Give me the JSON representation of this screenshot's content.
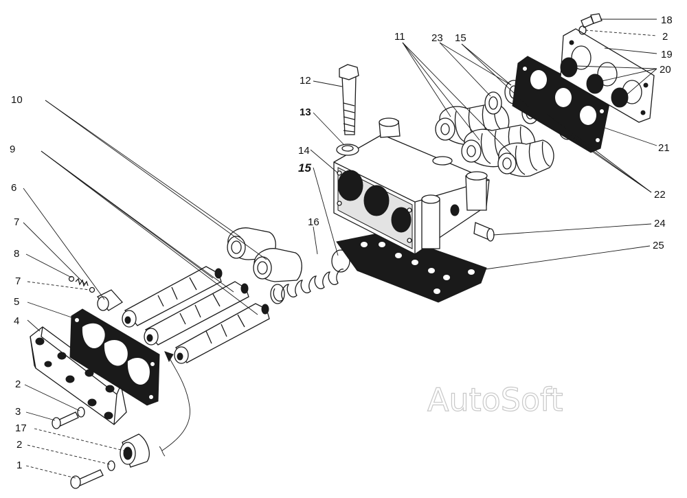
{
  "labels": {
    "l1": "1",
    "l2a": "2",
    "l2b": "2",
    "l2c": "2",
    "l3": "3",
    "l4": "4",
    "l5": "5",
    "l6": "6",
    "l7a": "7",
    "l7b": "7",
    "l8": "8",
    "l9": "9",
    "l10": "10",
    "l11": "11",
    "l12": "12",
    "l13": "13",
    "l14": "14",
    "l15a": "15",
    "l15b": "15",
    "l16": "16",
    "l17": "17",
    "l18": "18",
    "l19": "19",
    "l20": "20",
    "l21": "21",
    "l22": "22",
    "l23": "23",
    "l24": "24",
    "l25": "25"
  },
  "watermark": "AutoSoft"
}
